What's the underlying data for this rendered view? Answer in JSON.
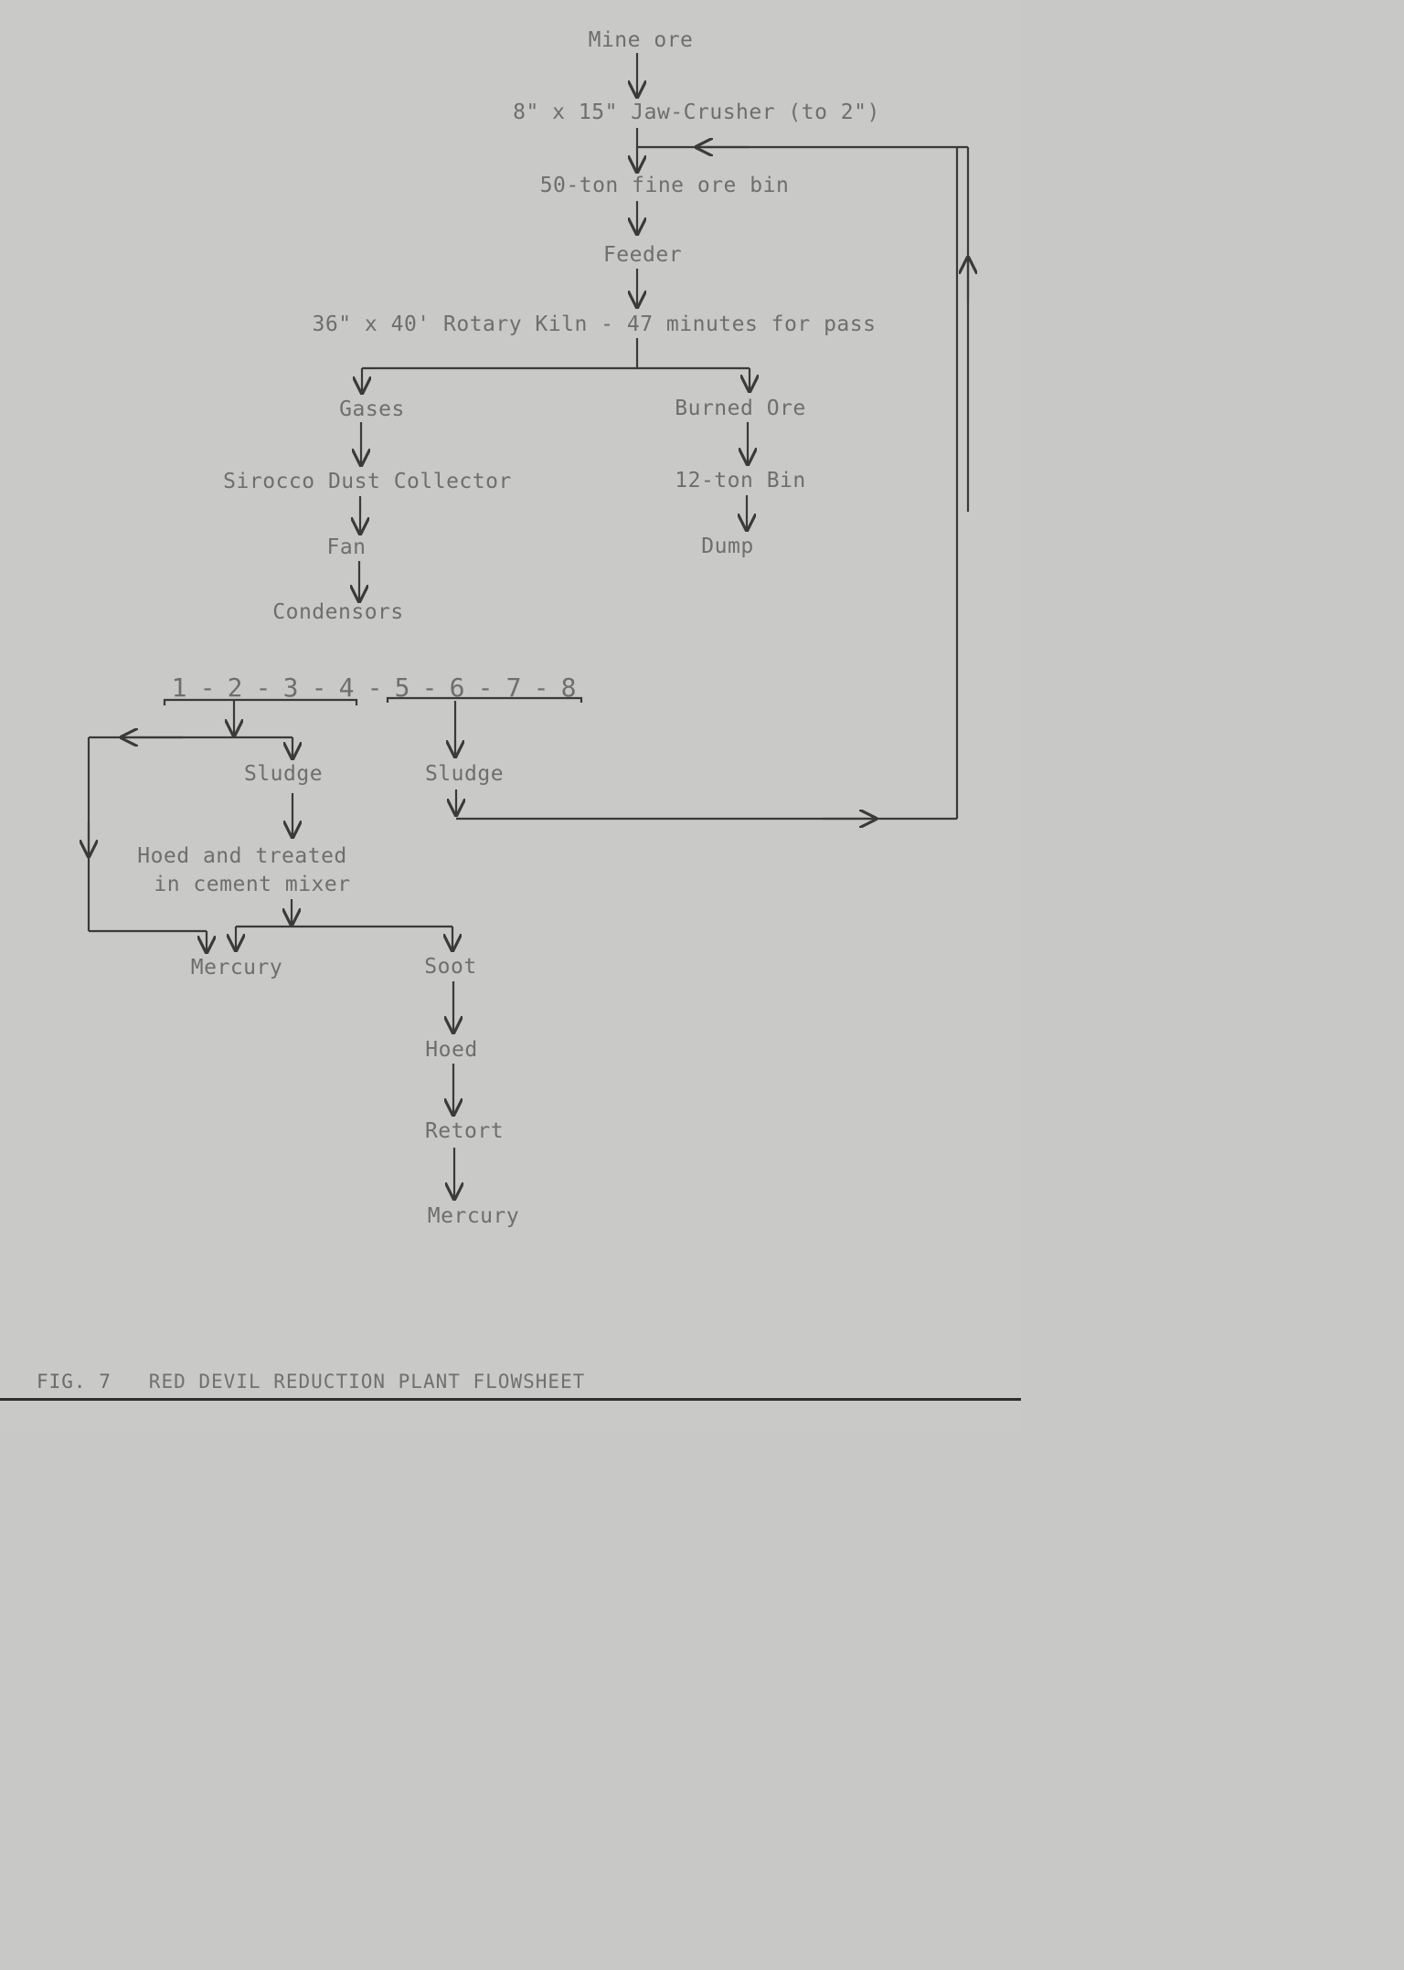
{
  "nodes": {
    "mine_ore": "Mine ore",
    "jaw_crusher": "8\" x 15\" Jaw-Crusher (to 2\")",
    "fine_ore_bin": "50-ton fine ore bin",
    "feeder": "Feeder",
    "rotary_kiln": "36\" x 40' Rotary Kiln - 47 minutes for pass",
    "gases": "Gases",
    "burned_ore": "Burned Ore",
    "dust_collector": "Sirocco Dust Collector",
    "twelve_ton_bin": "12-ton Bin",
    "fan": "Fan",
    "dump": "Dump",
    "condensors": "Condensors",
    "sludge_left": "Sludge",
    "sludge_right": "Sludge",
    "hoed_treated_line1": "Hoed and treated",
    "hoed_treated_line2": "in cement mixer",
    "mercury_left": "Mercury",
    "soot": "Soot",
    "hoed": "Hoed",
    "retort": "Retort",
    "mercury_bottom": "Mercury"
  },
  "condensor_units": {
    "group1": [
      "1",
      "2",
      "3",
      "4"
    ],
    "group2": [
      "5",
      "6",
      "7",
      "8"
    ],
    "separator": "-"
  },
  "caption": {
    "fig": "FIG. 7",
    "title": "RED DEVIL REDUCTION PLANT FLOWSHEET"
  }
}
